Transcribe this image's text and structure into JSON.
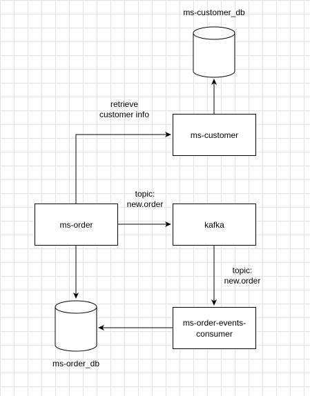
{
  "nodes": {
    "customer_db": "ms-customer_db",
    "customer": "ms-customer",
    "order": "ms-order",
    "kafka": "kafka",
    "consumer": "ms-order-events-consumer",
    "order_db": "ms-order_db"
  },
  "edge_labels": {
    "retrieve": [
      "retrieve",
      "customer info"
    ],
    "topic_top": [
      "topic:",
      "new.order"
    ],
    "topic_bottom": [
      "topic:",
      "new.order"
    ]
  }
}
